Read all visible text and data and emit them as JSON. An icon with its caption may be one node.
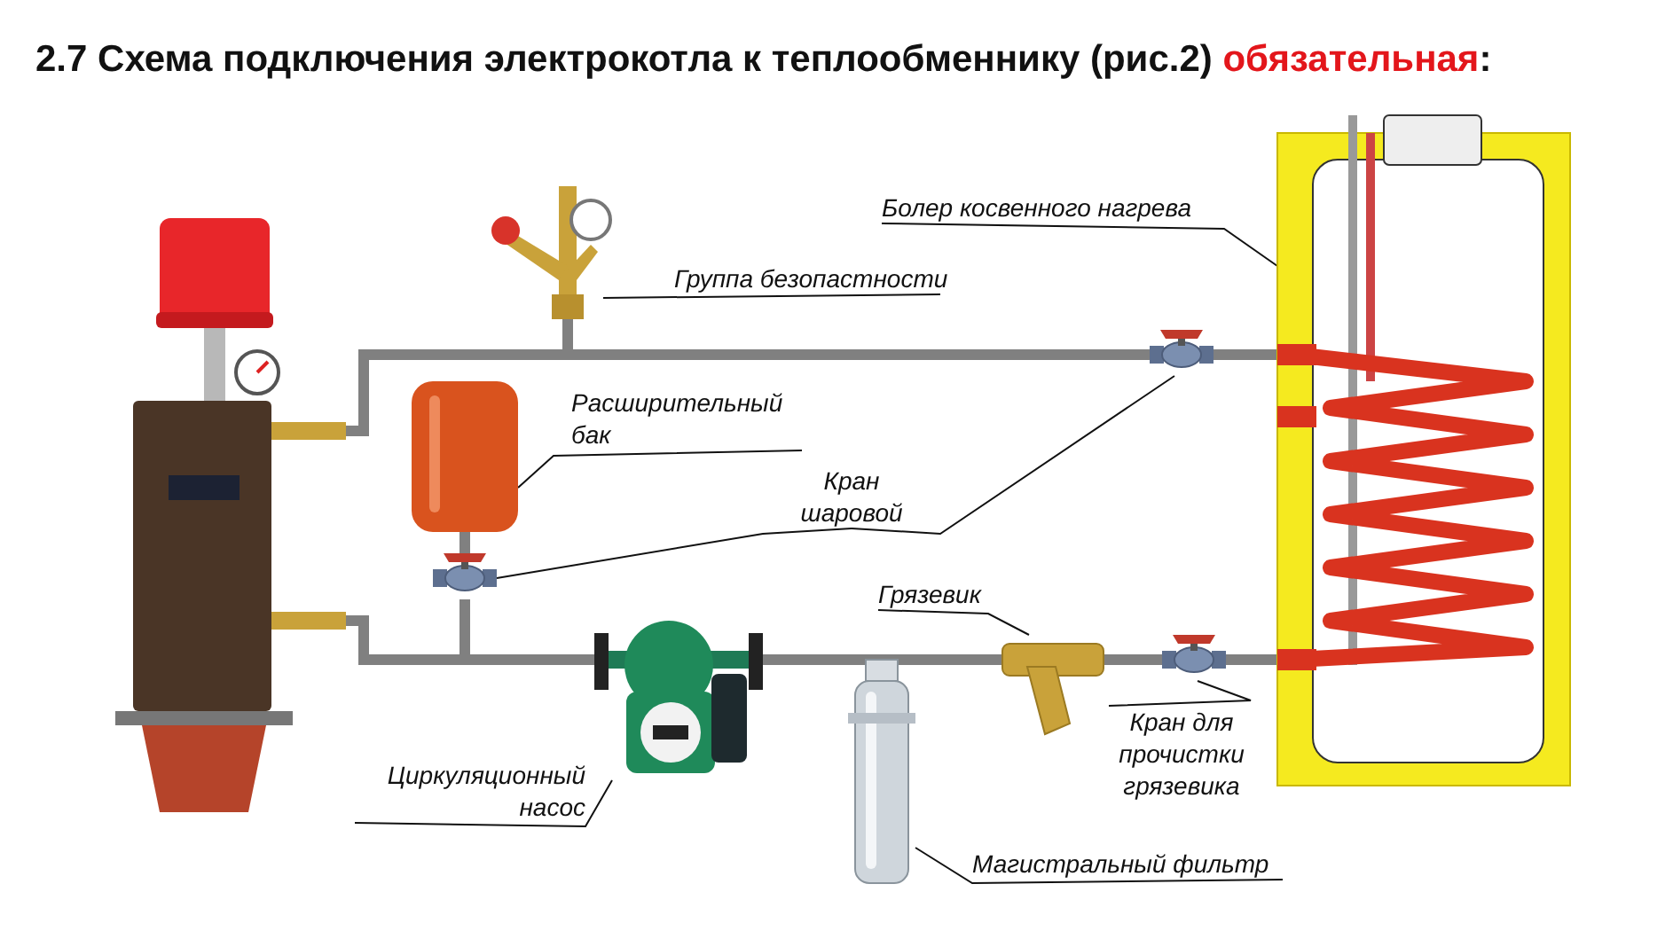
{
  "diagram": {
    "title": "2.7 Схема подключения электрокотла к теплообменнику (рис.2) *обязательная*:",
    "nodes": [
      {
        "text": [],
        "shape": "picture"
      },
      {
        "text": [
          "Группа безопастности"
        ]
      },
      {
        "text": [],
        "shape": "picture"
      },
      {
        "text": [
          "Болер косвенного нагрева"
        ]
      },
      {
        "text": [],
        "shape": "picture"
      },
      {
        "text": [
          "Расширительный бак"
        ]
      },
      {
        "text": [],
        "shape": "picture"
      },
      {
        "text": [
          "Кран шаровой"
        ]
      },
      {
        "text": [],
        "shape": "picture"
      },
      {
        "text": [],
        "shape": "picture"
      },
      {
        "text": [],
        "shape": "picture"
      },
      {
        "text": [
          "Циркуляционный насос"
        ]
      },
      {
        "text": [],
        "shape": "picture"
      },
      {
        "text": [
          "Магистральный фильтр"
        ]
      },
      {
        "text": [],
        "shape": "picture"
      },
      {
        "text": [
          "Грязевик"
        ]
      },
      {
        "text": [],
        "shape": "picture"
      },
      {
        "text": [
          "Кран для прочистки грязевика"
        ]
      }
    ],
    "edges": [
      {
        "from": 1,
        "to": 2,
        "arrow": "none",
        "color": "#111111"
      },
      {
        "from": 3,
        "to": 4,
        "arrow": "none",
        "color": "#111111"
      },
      {
        "from": 5,
        "to": 6,
        "arrow": "none",
        "color": "#111111"
      },
      {
        "from": 7,
        "to": 8,
        "arrow": "none",
        "color": "#111111"
      },
      {
        "from": 7,
        "to": 9,
        "arrow": "none",
        "color": "#111111"
      },
      {
        "from": 11,
        "to": 10,
        "arrow": "none",
        "color": "#111111"
      },
      {
        "from": 13,
        "to": 12,
        "arrow": "none",
        "color": "#111111"
      },
      {
        "from": 15,
        "to": 14,
        "arrow": "none",
        "color": "#111111"
      },
      {
        "from": 17,
        "to": 16,
        "arrow": "none",
        "color": "#111111"
      },
      {
        "from": 0,
        "to": 2,
        "arrow": "none",
        "color": "#808080"
      },
      {
        "from": 2,
        "to": 8,
        "arrow": "none",
        "color": "#808080"
      },
      {
        "from": 8,
        "to": 4,
        "arrow": "none",
        "color": "#808080"
      },
      {
        "from": 0,
        "to": 10,
        "arrow": "none",
        "color": "#808080"
      },
      {
        "from": 6,
        "to": 9,
        "arrow": "none",
        "color": "#808080"
      },
      {
        "from": 9,
        "to": 10,
        "arrow": "none",
        "color": "#808080"
      },
      {
        "from": 10,
        "to": 12,
        "arrow": "none",
        "color": "#808080"
      },
      {
        "from": 12,
        "to": 14,
        "arrow": "none",
        "color": "#808080"
      },
      {
        "from": 14,
        "to": 16,
        "arrow": "none",
        "color": "#808080"
      },
      {
        "from": 16,
        "to": 4,
        "arrow": "none",
        "color": "#808080"
      }
    ]
  }
}
